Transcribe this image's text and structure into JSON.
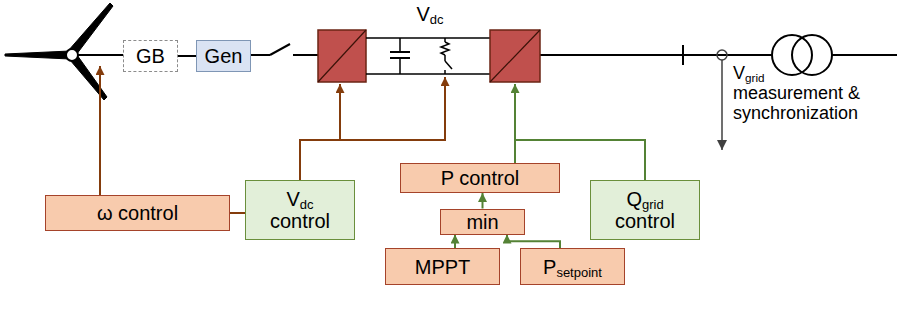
{
  "diagram": {
    "nodes": [
      {
        "text": [
          "GB"
        ]
      },
      {
        "text": [
          "Gen"
        ]
      },
      {
        "text": [
          "ω control"
        ]
      },
      {
        "text": [
          "Vdc control"
        ]
      },
      {
        "text": [
          "P control"
        ]
      },
      {
        "text": [
          "min"
        ]
      },
      {
        "text": [
          "MPPT"
        ]
      },
      {
        "text": [
          "Psetpoint"
        ]
      },
      {
        "text": [
          "Qgrid control"
        ]
      }
    ],
    "edges": [
      {
        "from": 0,
        "to": 1,
        "arrow": "none"
      },
      {
        "from": 3,
        "to": 2,
        "arrow": "none"
      },
      {
        "from": 5,
        "to": 4,
        "arrow": "to"
      },
      {
        "from": 6,
        "to": 5,
        "arrow": "to"
      },
      {
        "from": 7,
        "to": 5,
        "arrow": "to"
      }
    ],
    "labels": [
      "Vdc",
      "Vgrid measurement & synchronization"
    ]
  }
}
